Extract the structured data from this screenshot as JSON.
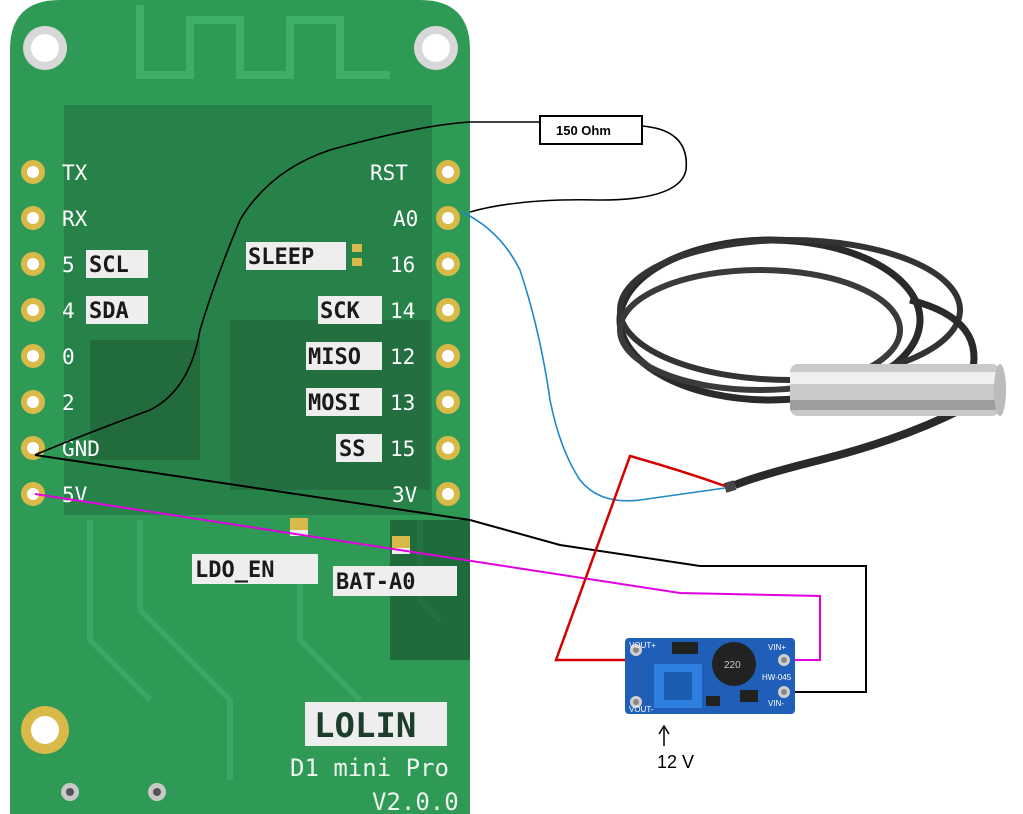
{
  "board": {
    "left_pins": [
      "TX",
      "RX",
      "5",
      "4",
      "0",
      "2",
      "GND",
      "5V"
    ],
    "left_silk": [
      "SCL",
      "SDA"
    ],
    "right_pins": [
      "RST",
      "A0",
      "16",
      "14",
      "12",
      "13",
      "15",
      "3V"
    ],
    "right_silk": [
      "SLEEP",
      "SCK",
      "MISO",
      "MOSI",
      "SS"
    ],
    "jumpers": [
      "LDO_EN",
      "BAT-A0"
    ],
    "brand": "LOLIN",
    "model": "D1 mini Pro",
    "version": "V2.0.0",
    "color": "#2e9a55"
  },
  "resistor": {
    "label": "150 Ohm"
  },
  "converter": {
    "labels": [
      "VOUT+",
      "VOUT-",
      "VIN+",
      "VIN-"
    ],
    "inductor": "220",
    "model": "HW-045",
    "color": "#1f5fb8"
  },
  "supply": {
    "label": "12 V"
  },
  "wires": {
    "ground": "#000000",
    "power_5v": "#e000e0",
    "signal": "#1e88c8",
    "positive": "#d40000"
  }
}
